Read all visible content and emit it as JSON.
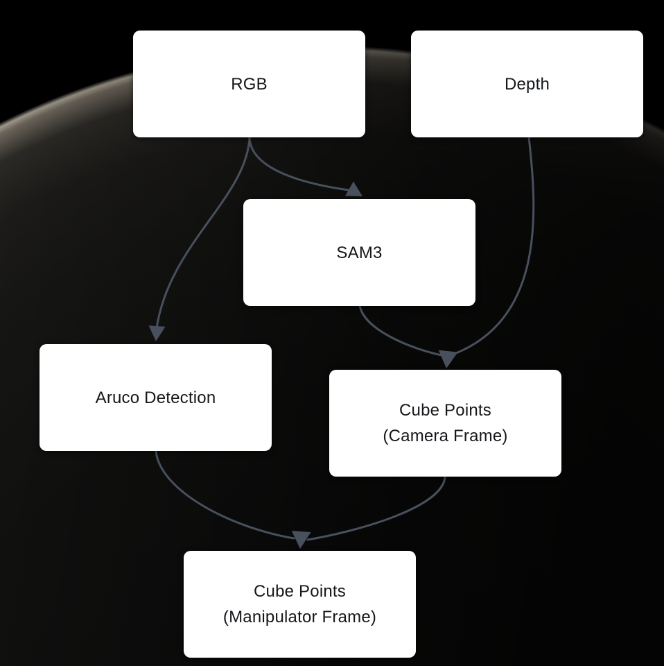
{
  "diagram": {
    "nodes": [
      {
        "id": "rgb",
        "lines": [
          "RGB"
        ]
      },
      {
        "id": "depth",
        "lines": [
          "Depth"
        ]
      },
      {
        "id": "sam3",
        "lines": [
          "SAM3"
        ]
      },
      {
        "id": "aruco-detection",
        "lines": [
          "Aruco Detection"
        ]
      },
      {
        "id": "cube-points-camera",
        "lines": [
          "Cube Points",
          "(Camera Frame)"
        ]
      },
      {
        "id": "cube-points-manipulator",
        "lines": [
          "Cube Points",
          "(Manipulator Frame)"
        ]
      }
    ],
    "edges": [
      {
        "from": "rgb",
        "to": "sam3"
      },
      {
        "from": "rgb",
        "to": "aruco-detection"
      },
      {
        "from": "depth",
        "to": "cube-points-camera"
      },
      {
        "from": "sam3",
        "to": "cube-points-camera"
      },
      {
        "from": "aruco-detection",
        "to": "cube-points-manipulator"
      },
      {
        "from": "cube-points-camera",
        "to": "cube-points-manipulator"
      }
    ],
    "colors": {
      "node_bg": "#ffffff",
      "node_text": "#15171a",
      "edge": "#48505d",
      "background": "#000000"
    }
  }
}
